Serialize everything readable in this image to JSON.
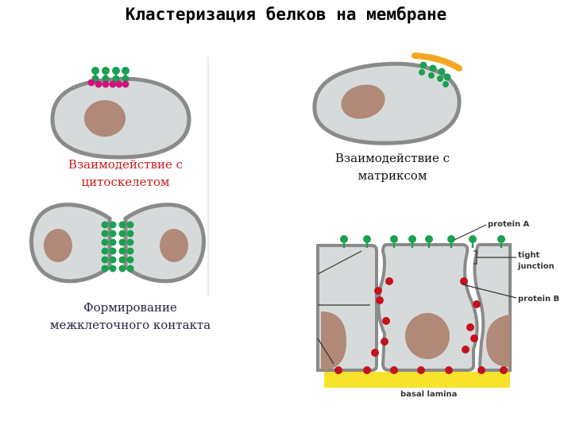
{
  "title": "Кластеризация белков на мембране",
  "captions": {
    "cytoskeleton": {
      "line1": "Взаимодействие с",
      "line2": "цитоскелетом",
      "color": "#cc1a1a"
    },
    "matrix": {
      "line1": "Взаимодействие с",
      "line2": "матриксом",
      "color": "#111111"
    },
    "junction": {
      "line1": "Формирование",
      "line2": "межклеточного контакта",
      "color": "#222244"
    }
  },
  "epithelium_labels": {
    "protein_a": "protein A",
    "tight_junction_1": "tight",
    "tight_junction_2": "junction",
    "protein_b": "protein B",
    "basal_lamina": "basal lamina"
  },
  "colors": {
    "cell_fill": "#d6dada",
    "membrane": "#8a8a8a",
    "nucleus": "#b08978",
    "protein_green": "#1aa050",
    "protein_magenta": "#d0127e",
    "protein_red": "#c3131e",
    "matrix_orange": "#f5a623",
    "lamina_yellow": "#f7e32a"
  }
}
